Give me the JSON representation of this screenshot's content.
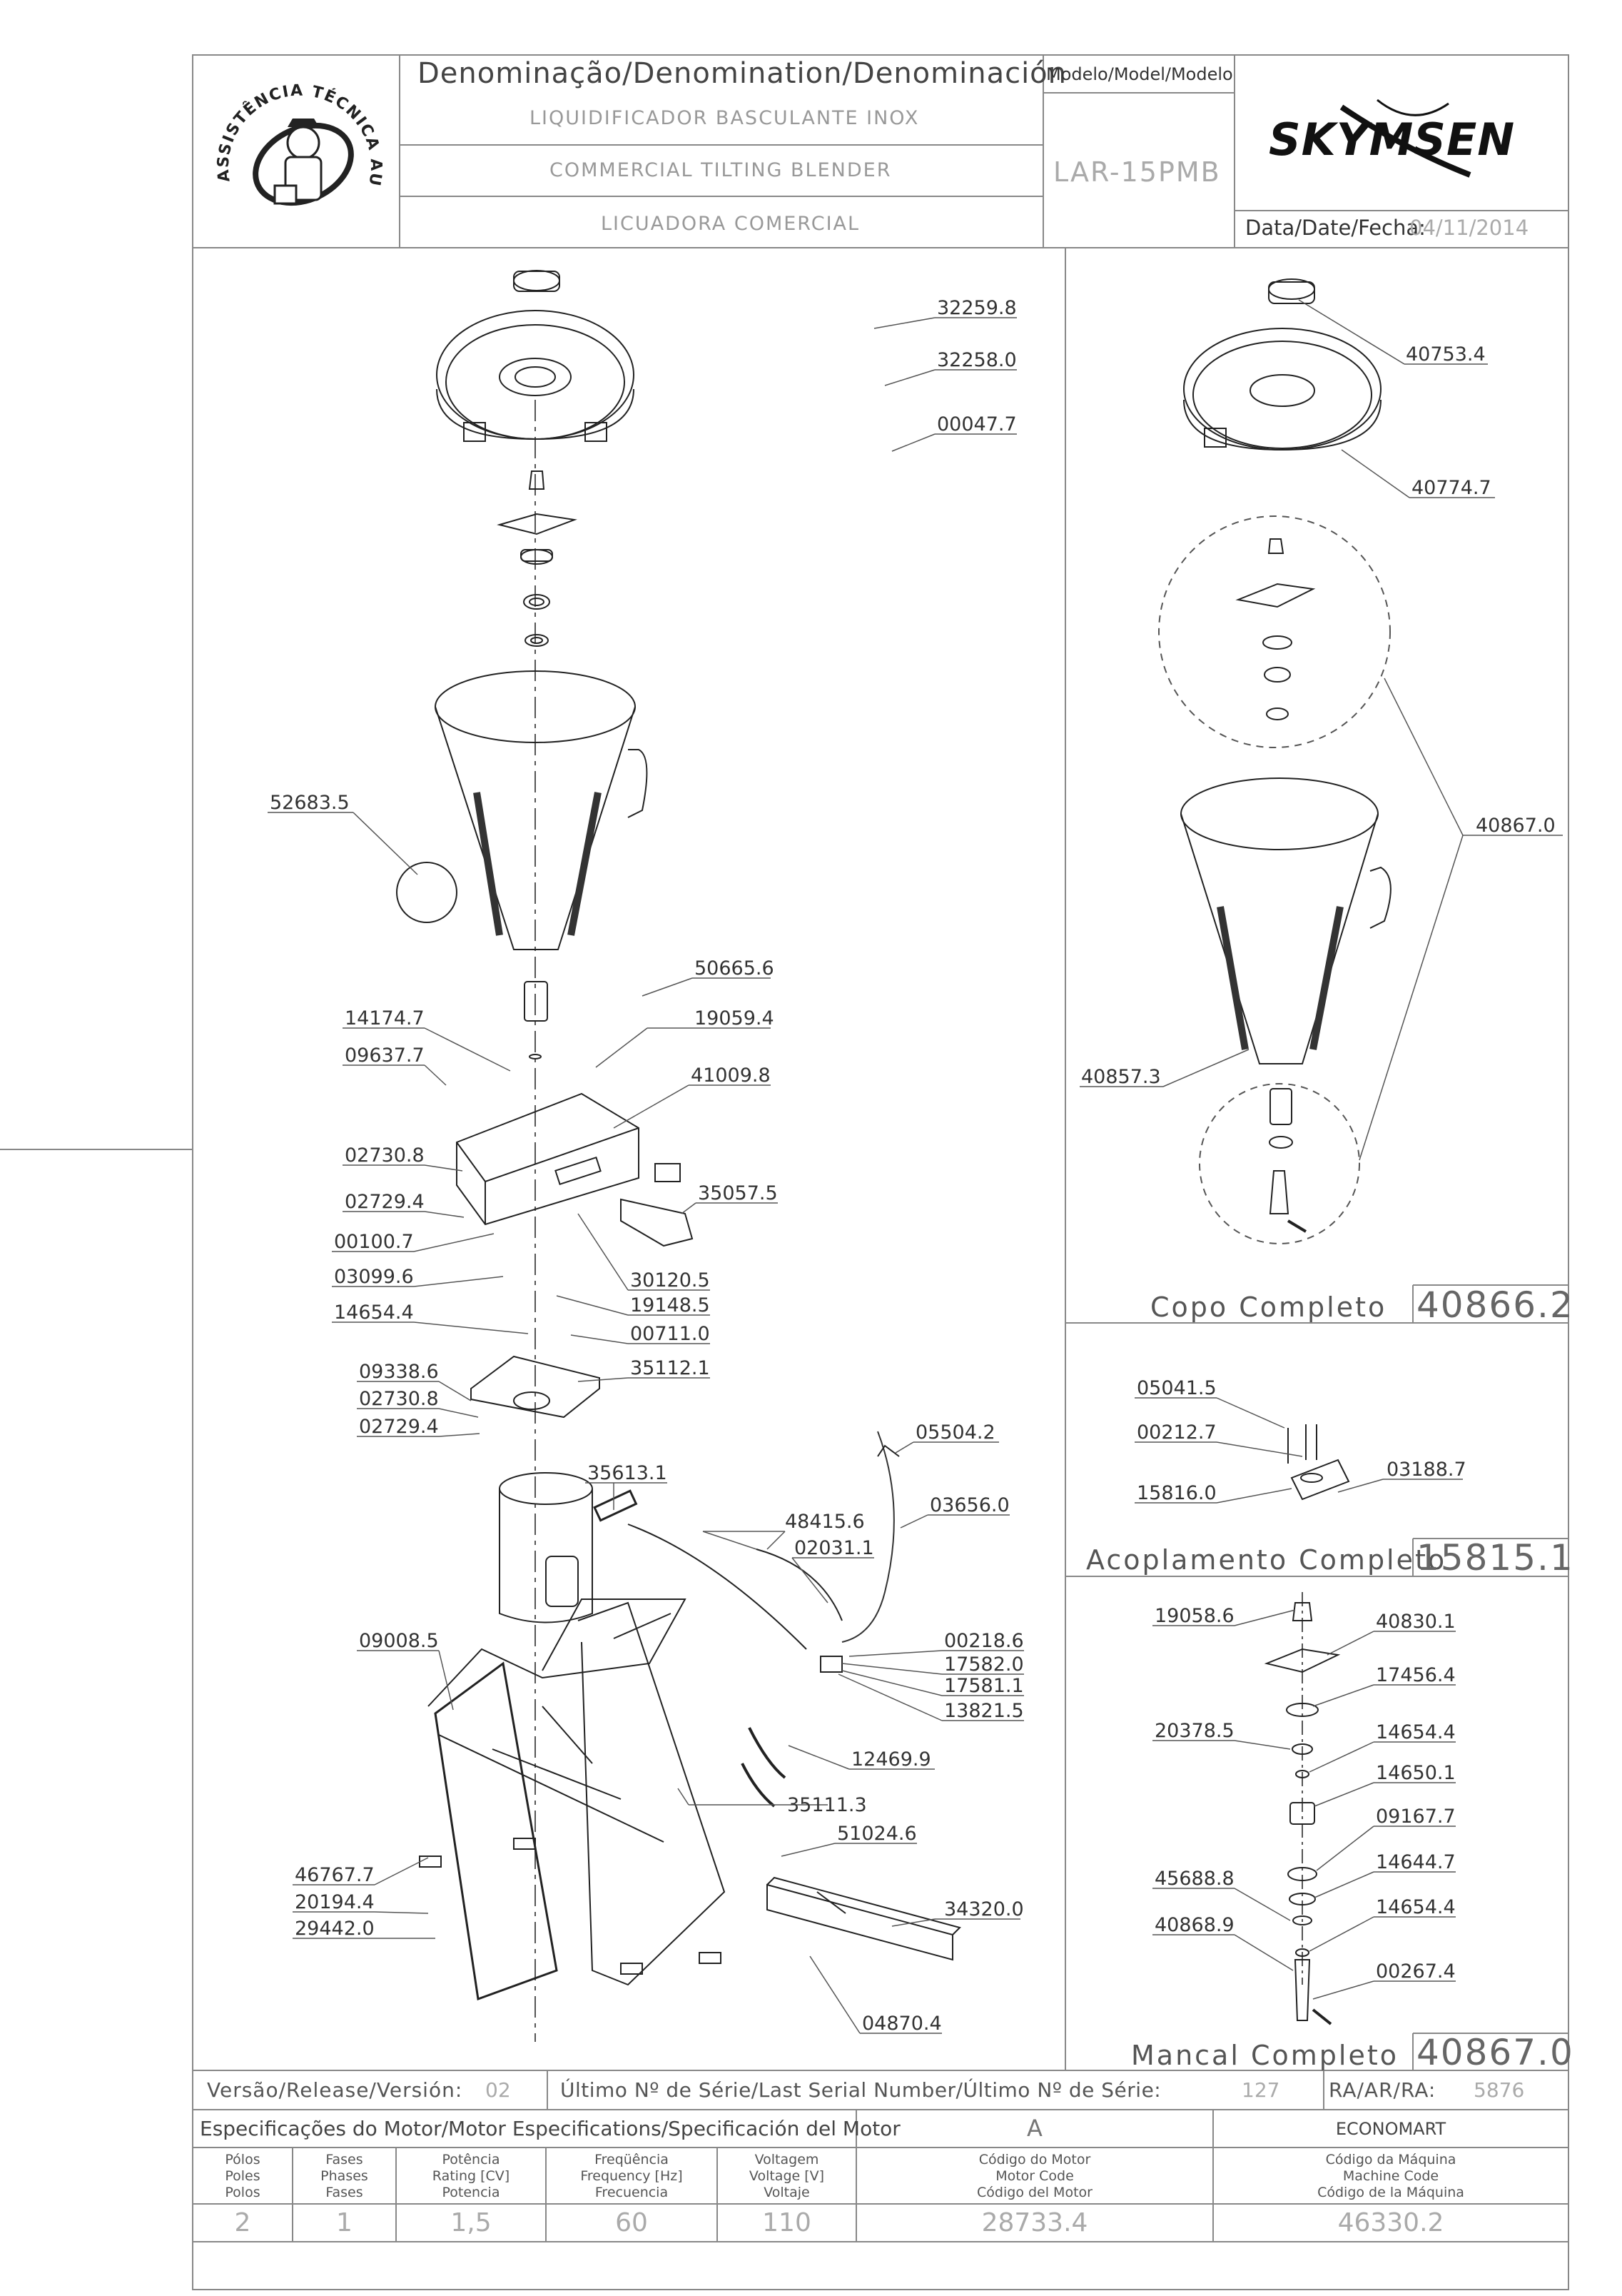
{
  "header": {
    "badge_text": "ASSISTÊNCIA TÉCNICA AUTORIZADA",
    "denomination_label": "Denominação/Denomination/Denominación",
    "product_pt": "LIQUIDIFICADOR BASCULANTE INOX",
    "product_en": "COMMERCIAL TILTING BLENDER",
    "product_es": "LICUADORA COMERCIAL",
    "model_label": "Modelo/Model/Modelo",
    "model_value": "LAR-15PMB",
    "brand": "SKYMSEN",
    "date_label": "Data/Date/Fecha:",
    "date_value": "04/11/2014"
  },
  "main_parts": [
    "32259.8",
    "32258.0",
    "00047.7",
    "52683.5",
    "50665.6",
    "14174.7",
    "19059.4",
    "09637.7",
    "41009.8",
    "02730.8",
    "35057.5",
    "02729.4",
    "00100.7",
    "30120.5",
    "03099.6",
    "19148.5",
    "14654.4",
    "00711.0",
    "09338.6",
    "35112.1",
    "02730.8",
    "02729.4",
    "05504.2",
    "35613.1",
    "03656.0",
    "48415.6",
    "02031.1",
    "00218.6",
    "09008.5",
    "17582.0",
    "17581.1",
    "13821.5",
    "12469.9",
    "35111.3",
    "51024.6",
    "46767.7",
    "20194.4",
    "29442.0",
    "34320.0",
    "04870.4"
  ],
  "copo": {
    "title": "Copo Completo",
    "number": "40866.2",
    "parts": [
      "40753.4",
      "40774.7",
      "40867.0",
      "40857.3"
    ]
  },
  "acoplamento": {
    "title": "Acoplamento Completo",
    "number": "15815.1",
    "parts": [
      "05041.5",
      "00212.7",
      "03188.7",
      "15816.0"
    ]
  },
  "mancal": {
    "title": "Mancal Completo",
    "number": "40867.0",
    "parts": [
      "19058.6",
      "40830.1",
      "17456.4",
      "20378.5",
      "14654.4",
      "14650.1",
      "09167.7",
      "14644.7",
      "45688.8",
      "40868.9",
      "14654.4",
      "00267.4"
    ]
  },
  "footer": {
    "version_label": "Versão/Release/Versión:",
    "version_value": "02",
    "serial_label": "Último Nº de Série/Last Serial Number/Último Nº de Série:",
    "serial_value": "127",
    "ra_label": "RA/AR/RA:",
    "ra_value": "5876",
    "spec_title": "Especificações do Motor/Motor Especifications/Specificación del Motor",
    "motor_letter": "A",
    "client": "ECONOMART",
    "columns": [
      {
        "h1": "Pólos",
        "h2": "Poles",
        "h3": "Polos",
        "value": "2"
      },
      {
        "h1": "Fases",
        "h2": "Phases",
        "h3": "Fases",
        "value": "1"
      },
      {
        "h1": "Potência",
        "h2": "Rating [CV]",
        "h3": "Potencia",
        "value": "1,5"
      },
      {
        "h1": "Freqüência",
        "h2": "Frequency [Hz]",
        "h3": "Frecuencia",
        "value": "60"
      },
      {
        "h1": "Voltagem",
        "h2": "Voltage [V]",
        "h3": "Voltaje",
        "value": "110"
      },
      {
        "h1": "Código do Motor",
        "h2": "Motor Code",
        "h3": "Código del Motor",
        "value": "28733.4"
      },
      {
        "h1": "Código da Máquina",
        "h2": "Machine Code",
        "h3": "Código de la Máquina",
        "value": "46330.2"
      }
    ]
  }
}
